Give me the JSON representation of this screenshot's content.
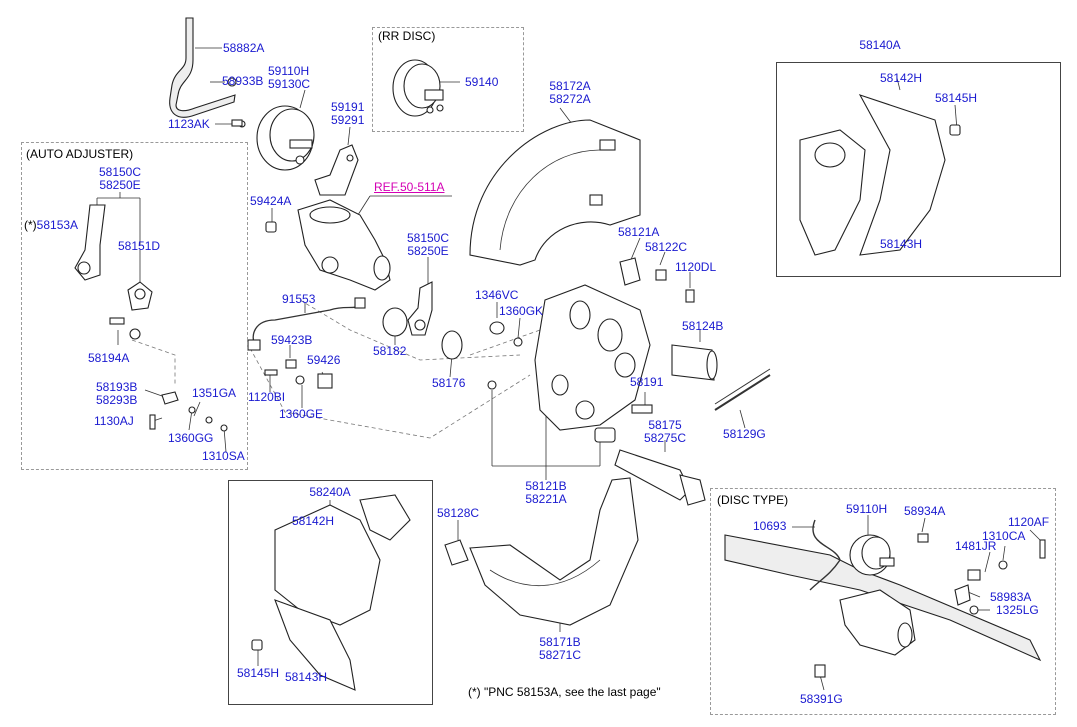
{
  "sections": {
    "rr_disc": "(RR DISC)",
    "auto_adjuster": "(AUTO ADJUSTER)",
    "disc_type": "(DISC TYPE)"
  },
  "reference": "REF.50-511A",
  "footnote": "(*) \"PNC 58153A, see the last page\"",
  "auto_marker": "(*)",
  "labels": {
    "p58882A": "58882A",
    "p58933B": "58933B",
    "p59110H": "59110H",
    "p59130C": "59130C",
    "p1123AK": "1123AK",
    "p59191": "59191",
    "p59291": "59291",
    "p59140": "59140",
    "p58172A": "58172A",
    "p58272A": "58272A",
    "p58140A": "58140A",
    "p58142H_a": "58142H",
    "p58145H_a": "58145H",
    "p58143H_a": "58143H",
    "p58150C_a": "58150C",
    "p58250E_a": "58250E",
    "p58153A": "58153A",
    "p58151D": "58151D",
    "p58194A": "58194A",
    "p58193B": "58193B",
    "p58293B": "58293B",
    "p1351GA": "1351GA",
    "p1130AJ": "1130AJ",
    "p1360GG": "1360GG",
    "p1310SA": "1310SA",
    "p59424A": "59424A",
    "p91553": "91553",
    "p59423B": "59423B",
    "p59426": "59426",
    "p1120BI": "1120BI",
    "p1360GE": "1360GE",
    "p58150C_b": "58150C",
    "p58250E_b": "58250E",
    "p58182": "58182",
    "p58176": "58176",
    "p1346VC": "1346VC",
    "p1360GK": "1360GK",
    "p58121A": "58121A",
    "p58122C": "58122C",
    "p1120DL": "1120DL",
    "p58124B": "58124B",
    "p58191": "58191",
    "p58129G": "58129G",
    "p58175": "58175",
    "p58275C": "58275C",
    "p58121B": "58121B",
    "p58221A": "58221A",
    "p58240A": "58240A",
    "p58142H_b": "58142H",
    "p58145H_b": "58145H",
    "p58143H_b": "58143H",
    "p58128C": "58128C",
    "p58171B": "58171B",
    "p58271C": "58271C",
    "p10693": "10693",
    "p59110H_b": "59110H",
    "p58934A": "58934A",
    "p1120AF": "1120AF",
    "p1310CA": "1310CA",
    "p1481JR": "1481JR",
    "p58983A": "58983A",
    "p1325LG": "1325LG",
    "p58391G": "58391G"
  }
}
